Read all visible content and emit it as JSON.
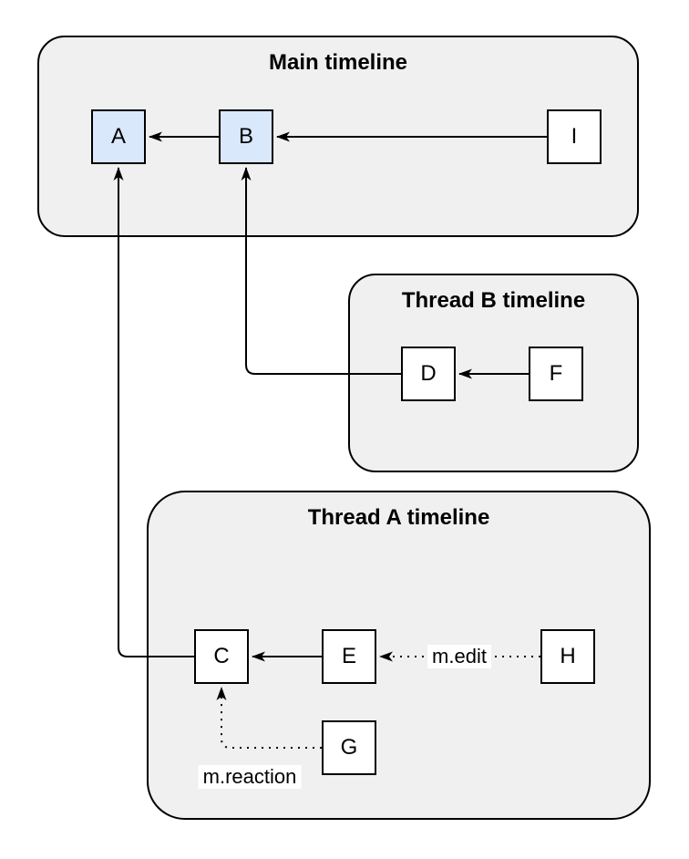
{
  "diagram": {
    "containers": {
      "main": {
        "title": "Main timeline"
      },
      "thread_b": {
        "title": "Thread B timeline"
      },
      "thread_a": {
        "title": "Thread A timeline"
      }
    },
    "nodes": {
      "a": {
        "label": "A",
        "highlighted": true
      },
      "b": {
        "label": "B",
        "highlighted": true
      },
      "i": {
        "label": "I",
        "highlighted": false
      },
      "d": {
        "label": "D",
        "highlighted": false
      },
      "f": {
        "label": "F",
        "highlighted": false
      },
      "c": {
        "label": "C",
        "highlighted": false
      },
      "e": {
        "label": "E",
        "highlighted": false
      },
      "h": {
        "label": "H",
        "highlighted": false
      },
      "g": {
        "label": "G",
        "highlighted": false
      }
    },
    "edge_labels": {
      "edit": "m.edit",
      "reaction": "m.reaction"
    },
    "colors": {
      "container_fill": "#f0f0f0",
      "container_stroke": "#000000",
      "node_fill": "#ffffff",
      "highlight_node_fill": "#dae8fc",
      "edge_stroke": "#000000",
      "label_bg": "#ffffff"
    }
  }
}
